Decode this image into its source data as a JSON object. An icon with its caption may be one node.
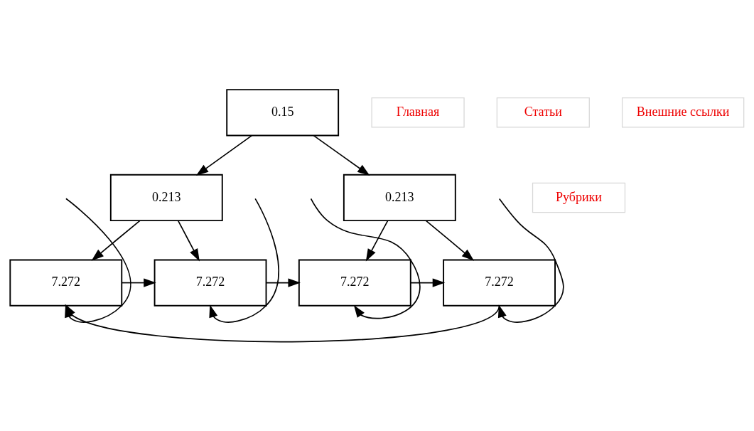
{
  "diagram": {
    "nodes": [
      {
        "text": [
          "0.15"
        ]
      },
      {
        "text": [
          "0.213"
        ]
      },
      {
        "text": [
          "0.213"
        ]
      },
      {
        "text": [
          "7.272"
        ]
      },
      {
        "text": [
          "7.272"
        ]
      },
      {
        "text": [
          "7.272"
        ]
      },
      {
        "text": [
          "7.272"
        ]
      },
      {
        "text": [
          "Главная"
        ]
      },
      {
        "text": [
          "Рубрики"
        ]
      },
      {
        "text": [
          "Статьи"
        ]
      },
      {
        "text": [
          "Внешние ссылки"
        ]
      }
    ],
    "edges": [
      {
        "from": 0,
        "to": 1,
        "arrow": "to"
      },
      {
        "from": 0,
        "to": 2,
        "arrow": "to"
      },
      {
        "from": 1,
        "to": 3,
        "arrow": "to"
      },
      {
        "from": 1,
        "to": 4,
        "arrow": "to"
      },
      {
        "from": 2,
        "to": 5,
        "arrow": "to"
      },
      {
        "from": 2,
        "to": 6,
        "arrow": "to"
      },
      {
        "from": 3,
        "to": 4,
        "arrow": "to"
      },
      {
        "from": 4,
        "to": 5,
        "arrow": "to"
      },
      {
        "from": 5,
        "to": 6,
        "arrow": "to"
      },
      {
        "from": 6,
        "to": 3,
        "arrow": "to"
      },
      {
        "from": null,
        "to": 3,
        "arrow": "to"
      },
      {
        "from": null,
        "to": 4,
        "arrow": "to"
      },
      {
        "from": null,
        "to": 5,
        "arrow": "to"
      },
      {
        "from": null,
        "to": 6,
        "arrow": "to"
      }
    ]
  }
}
